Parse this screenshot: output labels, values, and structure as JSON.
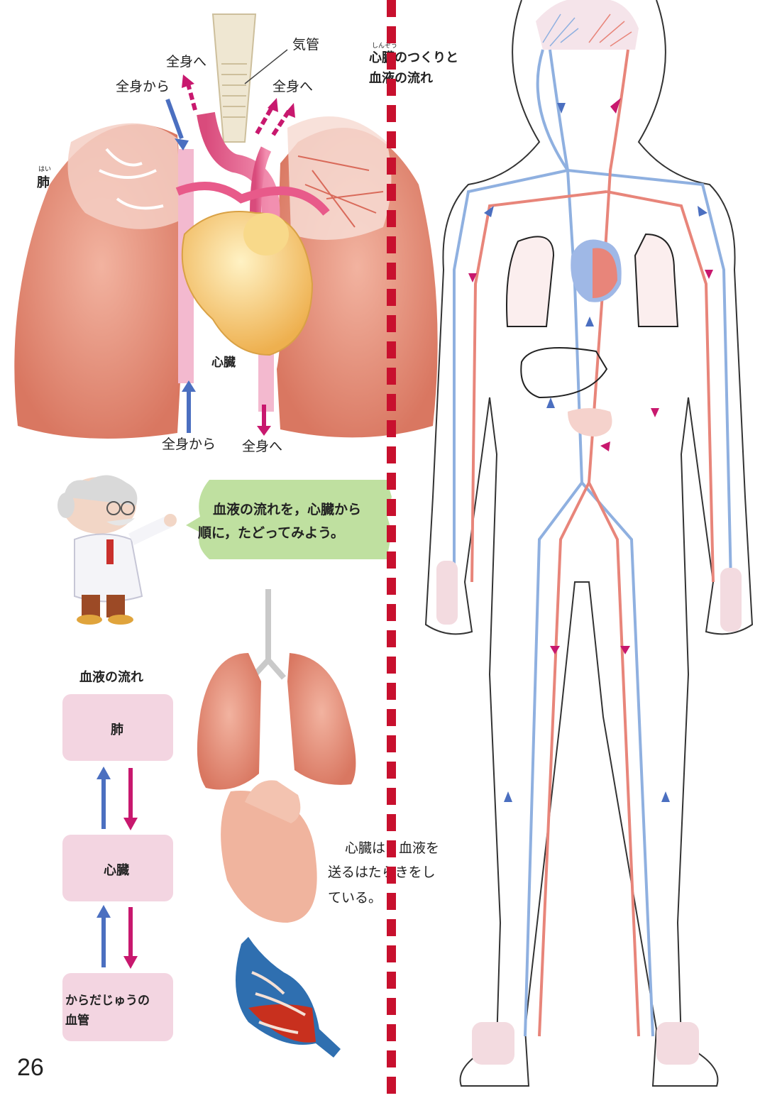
{
  "lungs_diagram": {
    "trachea_label": "気管",
    "lung_label": "肺",
    "lung_ruby": "はい",
    "heart_label": "心臓",
    "arrow_labels": {
      "to_body_top_left": "全身へ",
      "from_body_top": "全身から",
      "to_body_top_right": "全身へ",
      "from_body_bottom": "全身から",
      "to_body_bottom": "全身へ"
    }
  },
  "section_title": {
    "line1": "心臓のつくりと",
    "line2": "血液の流れ",
    "ruby": "しんぞう"
  },
  "speech_bubble": {
    "line1": "血液の流れを，心臓から",
    "line2": "順に，たどってみよう。"
  },
  "flow_chart": {
    "title": "血液の流れ",
    "boxes": [
      "肺",
      "心臓",
      "からだじゅうの血管"
    ],
    "box3_line1": "からだじゅうの",
    "box3_line2": "血管"
  },
  "heart_caption": {
    "line1": "心臓は，血液を",
    "line2": "送るはたらきをし",
    "line3": "ている。"
  },
  "page_number": "26",
  "colors": {
    "artery": "#e8857a",
    "vein": "#8fb0e0",
    "arrow_magenta": "#c8186e",
    "arrow_blue": "#4b6fc0",
    "lung_fill": "#e58f7a",
    "heart_fill": "#f6c56c",
    "bubble_fill": "#bfe0a0",
    "flow_box": "#f3d5e1",
    "divider": "#c8102e"
  },
  "icons": [
    "lungs-illustration",
    "heart-illustration",
    "capillary-illustration",
    "doctor-character",
    "body-circulation-figure"
  ]
}
